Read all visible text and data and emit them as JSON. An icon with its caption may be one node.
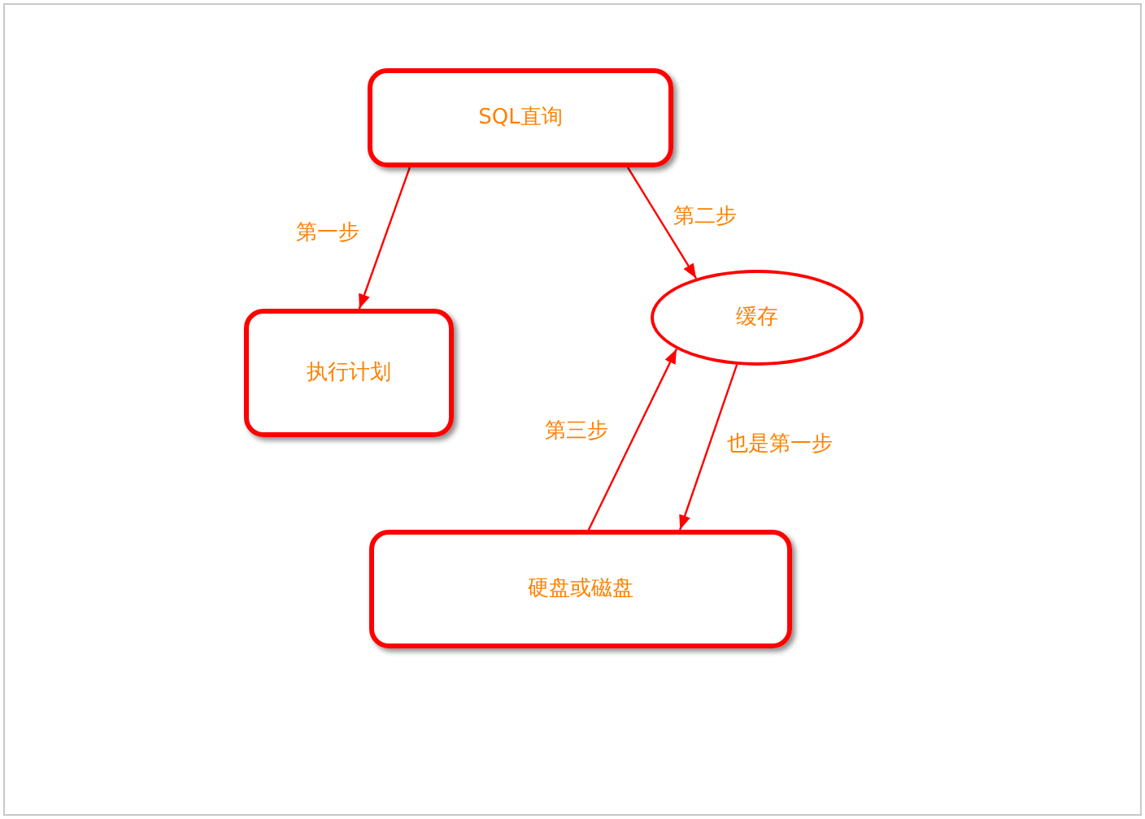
{
  "diagram": {
    "nodes": [
      {
        "text": [
          "SQL直询"
        ]
      },
      {
        "text": [
          "执行计划"
        ]
      },
      {
        "text": [
          "缓存"
        ]
      },
      {
        "text": [
          "硬盘或磁盘"
        ]
      }
    ],
    "edges": [
      {
        "from": 0,
        "to": 1,
        "arrow": "to",
        "label": "第一步"
      },
      {
        "from": 0,
        "to": 2,
        "arrow": "to",
        "label": "第二步"
      },
      {
        "from": 2,
        "to": 3,
        "arrow": "to",
        "label": "也是第一步"
      },
      {
        "from": 3,
        "to": 2,
        "arrow": "to",
        "label": "第三步"
      }
    ]
  }
}
